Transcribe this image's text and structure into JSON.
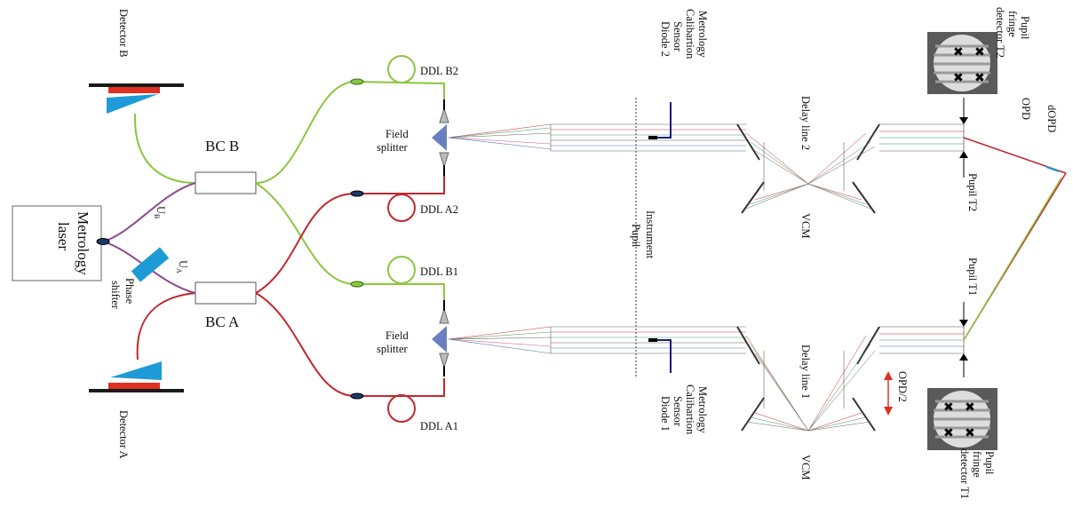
{
  "labels": {
    "detector_b": "Detector B",
    "detector_a": "Detector A",
    "metrology_laser": "Metrology laser",
    "bc_b": "BC B",
    "bc_a": "BC A",
    "u_b": "U",
    "u_b_sub": "B",
    "u_a": "U",
    "u_a_sub": "A",
    "phase_shifter": "Phase shifter",
    "ddl_b2": "DDL B2",
    "ddl_a2": "DDL A2",
    "ddl_b1": "DDL B1",
    "ddl_a1": "DDL A1",
    "field_splitter_top": "Field splitter",
    "field_splitter_bottom": "Field splitter",
    "instrument_pupil": "Instrument Pupil",
    "mcsd2": "Metrology Calibartion Sensor Diode 2",
    "mcsd1": "Metrology Calibartion Sensor Diode 1",
    "delay_line_2": "Delay line 2",
    "delay_line_1": "Delay line 1",
    "vcm_top": "VCM",
    "vcm_bottom": "VCM",
    "opd_half": "OPD/2",
    "pupil_t2": "Pupil T2",
    "pupil_t1": "Pupil T1",
    "opd": "OPD",
    "dopd": "dOPD",
    "pupil_fringe_t2": "Pupil fringe detector T2",
    "pupil_fringe_t1": "Pupil fringe detector T1"
  },
  "colors": {
    "green_fiber": "#8cc63f",
    "red_fiber": "#c1272d",
    "purple_fiber": "#8b4c8c",
    "detector_red": "#e03020",
    "wedge_blue": "#1e9bd7",
    "dark_blue": "#1b1b7a",
    "prism": "#6a7fbf"
  }
}
